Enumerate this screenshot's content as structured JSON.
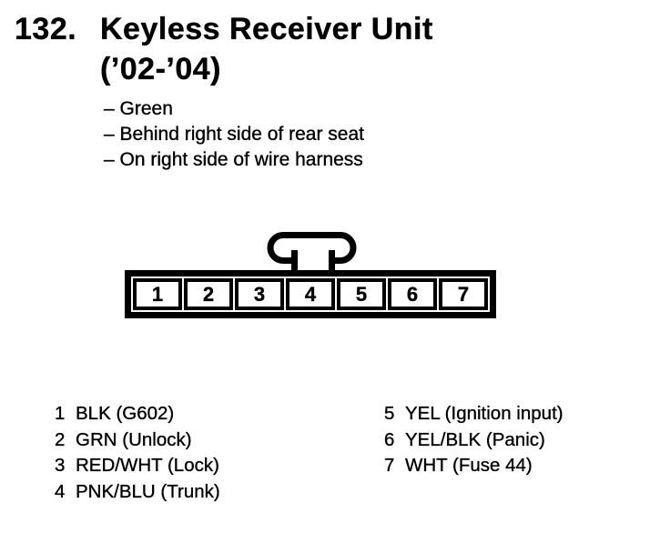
{
  "colors": {
    "ink": "#000000",
    "paper": "#ffffff"
  },
  "header": {
    "item_number": "132.",
    "title_line1": "Keyless Receiver Unit",
    "title_line2": "(’02-’04)"
  },
  "notes": [
    "– Green",
    "– Behind right side of rear seat",
    "– On right side of wire harness"
  ],
  "connector": {
    "pins": [
      "1",
      "2",
      "3",
      "4",
      "5",
      "6",
      "7"
    ]
  },
  "pinout": {
    "left": [
      {
        "pin": "1",
        "label": "BLK (G602)"
      },
      {
        "pin": "2",
        "label": "GRN (Unlock)"
      },
      {
        "pin": "3",
        "label": "RED/WHT (Lock)"
      },
      {
        "pin": "4",
        "label": "PNK/BLU (Trunk)"
      }
    ],
    "right": [
      {
        "pin": "5",
        "label": "YEL (Ignition input)"
      },
      {
        "pin": "6",
        "label": "YEL/BLK (Panic)"
      },
      {
        "pin": "7",
        "label": "WHT (Fuse 44)"
      }
    ]
  }
}
